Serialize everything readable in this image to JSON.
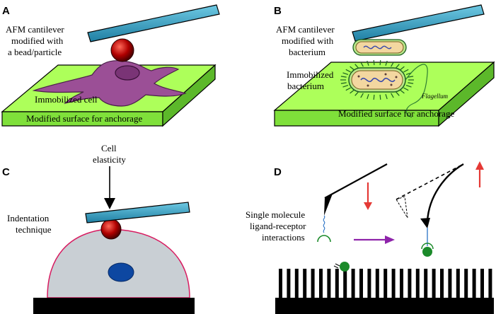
{
  "panels": {
    "a": {
      "letter": "A",
      "cantilever_line1": "AFM cantilever",
      "cantilever_line2": "modified with",
      "cantilever_line3": "a bead/particle",
      "cell": "Immobilized cell",
      "surface": "Modified surface for anchorage"
    },
    "b": {
      "letter": "B",
      "cantilever_line1": "AFM cantilever",
      "cantilever_line2": "modified with",
      "cantilever_line3": "bacterium",
      "immobilized_line1": "Immobilized",
      "immobilized_line2": "bacterium",
      "flagellum": "Flagellum",
      "surface": "Modified surface for anchorage"
    },
    "c": {
      "letter": "C",
      "elasticity_line1": "Cell",
      "elasticity_line2": "elasticity",
      "technique_line1": "Indentation",
      "technique_line2": "technique"
    },
    "d": {
      "letter": "D",
      "interaction_line1": "Single molecule",
      "interaction_line2": "ligand-receptor",
      "interaction_line3": "interactions"
    }
  },
  "colors": {
    "surface_top": "#adff5a",
    "surface_side": "#7fe03a",
    "cantilever": "#3aa6c8",
    "cell": "#9b4f96",
    "bead": "#b00000",
    "hemisphere": "#c9cfd4",
    "hemisphere_edge": "#d81b60",
    "nucleus": "#0d47a1",
    "arrow_red": "#e53935",
    "arrow_purple": "#8e24aa",
    "ligand": "#1b8a2a",
    "bacterium_fill": "#f3d7a0"
  },
  "icons": [
    "cantilever",
    "bead",
    "cell",
    "bacterium",
    "flagellum",
    "nucleus",
    "arrow-down",
    "arrow-up",
    "arrow-right",
    "afm-tip",
    "ligand-molecule",
    "receptor-pillars"
  ]
}
